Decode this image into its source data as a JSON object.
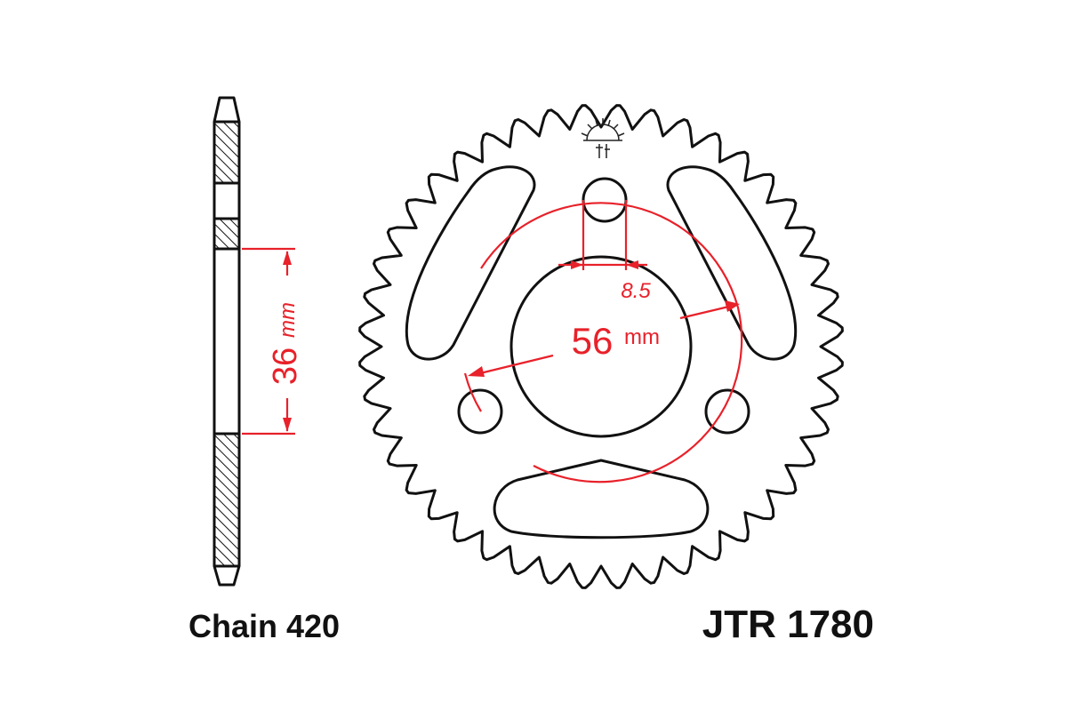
{
  "caption": {
    "chain": "Chain 420",
    "part_number": "JTR 1780"
  },
  "dimensions": {
    "hub_width_value": "36",
    "hub_width_unit": "mm",
    "bolt_circle_value": "56",
    "bolt_circle_unit": "mm",
    "bolt_hole_diameter": "8.5"
  },
  "colors": {
    "outline": "#111111",
    "dimension": "#e8212a",
    "background": "#ffffff"
  },
  "icons": {
    "logo": "jt-sunburst-logo-icon"
  }
}
